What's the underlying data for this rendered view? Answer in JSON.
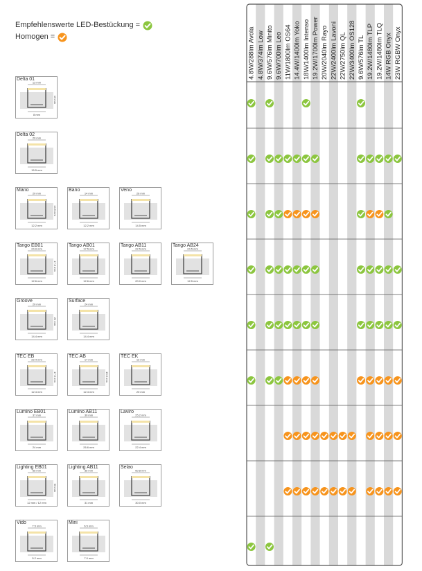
{
  "legend": {
    "recommended_label": "Empfehlenswerte LED-Bestückung =",
    "homogeneous_label": "Homogen ="
  },
  "colors": {
    "recommended": "#8cc63f",
    "homogeneous": "#f7941d",
    "stripe": "#d9d9d9",
    "border": "#555555"
  },
  "columns": [
    "4.8W/288lm Avola",
    "4.8W/374lm Low",
    "9.6W/576lm Minito",
    "9.6W/700lm Leo",
    "11W/1800lm OS64",
    "14.4W/1400lm Yoko",
    "18W/1400lm Intenso",
    "19.2W/1700lm Power",
    "20W/2040lm Rayo",
    "22W/2400lm Lavoni",
    "22W/2750lm QL",
    "22W/3400lm OS128",
    "9.6W/576lm TL",
    "19.2W/1480lm TLP",
    "19.2W/1480lm TLQ",
    "14W RGB Onyx",
    "23W RGBW Onyx"
  ],
  "profile_rows": [
    {
      "profiles": [
        {
          "name": "Delta 01",
          "dims": [
            "13 mm",
            "8 mm",
            "10 mm"
          ]
        }
      ]
    },
    {
      "profiles": [
        {
          "name": "Delta 02",
          "dims": [
            "20 mm",
            "15.5 mm"
          ]
        }
      ]
    },
    {
      "profiles": [
        {
          "name": "Mano",
          "dims": [
            "20 mm",
            "12.2 mm",
            "14.5 mm"
          ]
        },
        {
          "name": "Bano",
          "dims": [
            "14 mm",
            "12.2 mm"
          ]
        },
        {
          "name": "Veno",
          "dims": [
            "26 mm",
            "14.5 mm"
          ]
        }
      ]
    },
    {
      "profiles": [
        {
          "name": "Tango EB01",
          "dims": [
            "24.9 mm",
            "12.6 mm",
            "17.5 mm"
          ]
        },
        {
          "name": "Tango AB01",
          "dims": [
            "17.5 mm",
            "12.6 mm"
          ]
        },
        {
          "name": "Tango AB11",
          "dims": [
            "22.5 mm",
            "20.0 mm"
          ]
        },
        {
          "name": "Tango AB24",
          "dims": [
            "24.5 mm",
            "12.5 mm"
          ]
        }
      ]
    },
    {
      "profiles": [
        {
          "name": "Groove",
          "dims": [
            "20 mm",
            "14.4 mm",
            "22 mm"
          ]
        },
        {
          "name": "Surface",
          "dims": [
            "24 mm",
            "14.4 mm"
          ]
        }
      ]
    },
    {
      "profiles": [
        {
          "name": "TEC EB",
          "dims": [
            "22.4 mm",
            "12.4 mm",
            "17.5 mm"
          ]
        },
        {
          "name": "TEC AB",
          "dims": [
            "17 mm",
            "12.4 mm",
            "15.5 mm"
          ]
        },
        {
          "name": "TEC EK",
          "dims": [
            "12 mm",
            "20 mm"
          ]
        }
      ]
    },
    {
      "profiles": [
        {
          "name": "Lumino EB01",
          "dims": [
            "37 mm",
            "24 mm"
          ]
        },
        {
          "name": "Lumino AB11",
          "dims": [
            "30 mm",
            "26.6 mm"
          ]
        },
        {
          "name": "Laviro",
          "dims": [
            "25.2 mm",
            "22.4 mm"
          ]
        }
      ]
    },
    {
      "profiles": [
        {
          "name": "Lighting EB01",
          "dims": [
            "65 mm",
            "12 mm / 12 mm",
            "90 mm"
          ]
        },
        {
          "name": "Lighting AB11",
          "dims": [
            "35 mm",
            "31 mm"
          ]
        },
        {
          "name": "Selao",
          "dims": [
            "60.8 mm",
            "30.0 mm"
          ]
        }
      ]
    },
    {
      "profiles": [
        {
          "name": "Vido",
          "dims": [
            "7.5 mm",
            "5.2 mm"
          ]
        },
        {
          "name": "Mini",
          "dims": [
            "6.5 mm",
            "7.0 mm"
          ]
        }
      ]
    }
  ],
  "matrix": [
    [
      "G",
      "",
      "G",
      "",
      "",
      "",
      "G",
      "",
      "",
      "",
      "",
      "",
      "G",
      "",
      "",
      "",
      ""
    ],
    [
      "G",
      "",
      "G",
      "G",
      "G",
      "G",
      "G",
      "G",
      "",
      "",
      "",
      "",
      "G",
      "G",
      "G",
      "G",
      "G"
    ],
    [
      "G",
      "",
      "G",
      "G",
      "O",
      "O",
      "O",
      "O",
      "",
      "",
      "",
      "",
      "G",
      "O",
      "O",
      "G",
      ""
    ],
    [
      "G",
      "",
      "G",
      "G",
      "G",
      "G",
      "G",
      "G",
      "",
      "",
      "",
      "",
      "G",
      "G",
      "G",
      "G",
      "G"
    ],
    [
      "G",
      "",
      "G",
      "G",
      "G",
      "G",
      "G",
      "G",
      "",
      "",
      "",
      "",
      "G",
      "G",
      "G",
      "G",
      "G"
    ],
    [
      "G",
      "",
      "G",
      "G",
      "O",
      "O",
      "O",
      "O",
      "",
      "",
      "",
      "",
      "O",
      "O",
      "O",
      "O",
      "O"
    ],
    [
      "",
      "",
      "",
      "",
      "O",
      "O",
      "O",
      "O",
      "O",
      "O",
      "O",
      "O",
      "",
      "O",
      "O",
      "O",
      "O"
    ],
    [
      "",
      "",
      "",
      "",
      "O",
      "O",
      "O",
      "O",
      "O",
      "O",
      "O",
      "O",
      "",
      "O",
      "O",
      "O",
      "O"
    ],
    [
      "G",
      "",
      "G",
      "",
      "",
      "",
      "",
      "",
      "",
      "",
      "",
      "",
      "",
      "",
      "",
      "",
      ""
    ]
  ]
}
